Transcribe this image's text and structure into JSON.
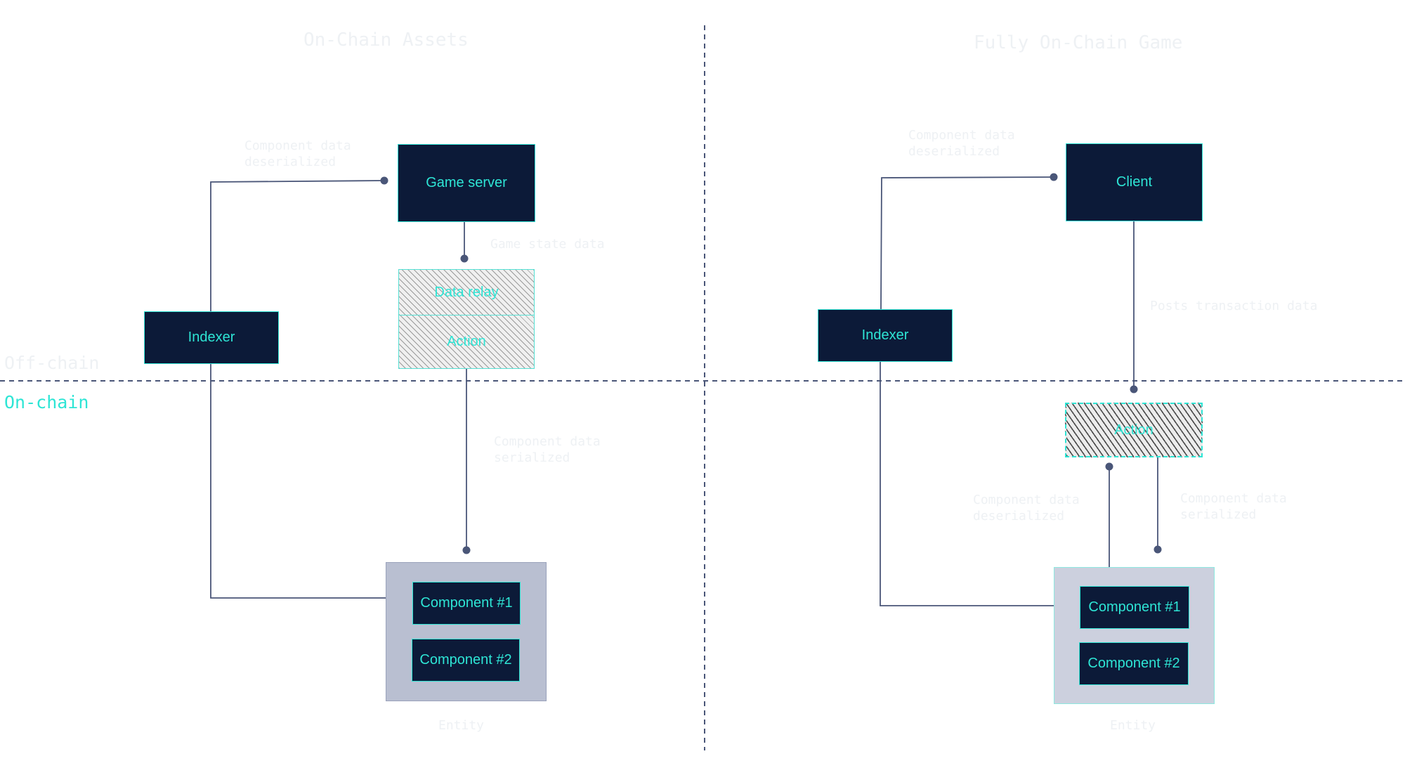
{
  "colors": {
    "node_fill": "#0c1a38",
    "accent": "#2ee5d5",
    "wire": "#4a5678",
    "divider": "#4a5678",
    "entity_fill": "#b9bfd1",
    "faint_text": "#eef1f4"
  },
  "zones": {
    "offchain": "Off-chain",
    "onchain": "On-chain"
  },
  "left": {
    "title": "On-Chain Assets",
    "game_server": "Game server",
    "indexer": "Indexer",
    "data_relay": "Data relay",
    "action": "Action",
    "component1": "Component #1",
    "component2": "Component #2",
    "entity": "Entity",
    "edge_indexer_gameserver": "Component data\ndeserialized",
    "edge_gameserver_relay": "Game state data",
    "edge_action_entity": "Component data\nserialized"
  },
  "right": {
    "title": "Fully On-Chain Game",
    "client": "Client",
    "indexer": "Indexer",
    "action": "Action",
    "component1": "Component #1",
    "component2": "Component #2",
    "entity": "Entity",
    "edge_indexer_client": "Component data\ndeserialized",
    "edge_client_action": "Posts transaction data",
    "edge_entity_action": "Component data\ndeserialized",
    "edge_action_entity": "Component data\nserialized"
  }
}
